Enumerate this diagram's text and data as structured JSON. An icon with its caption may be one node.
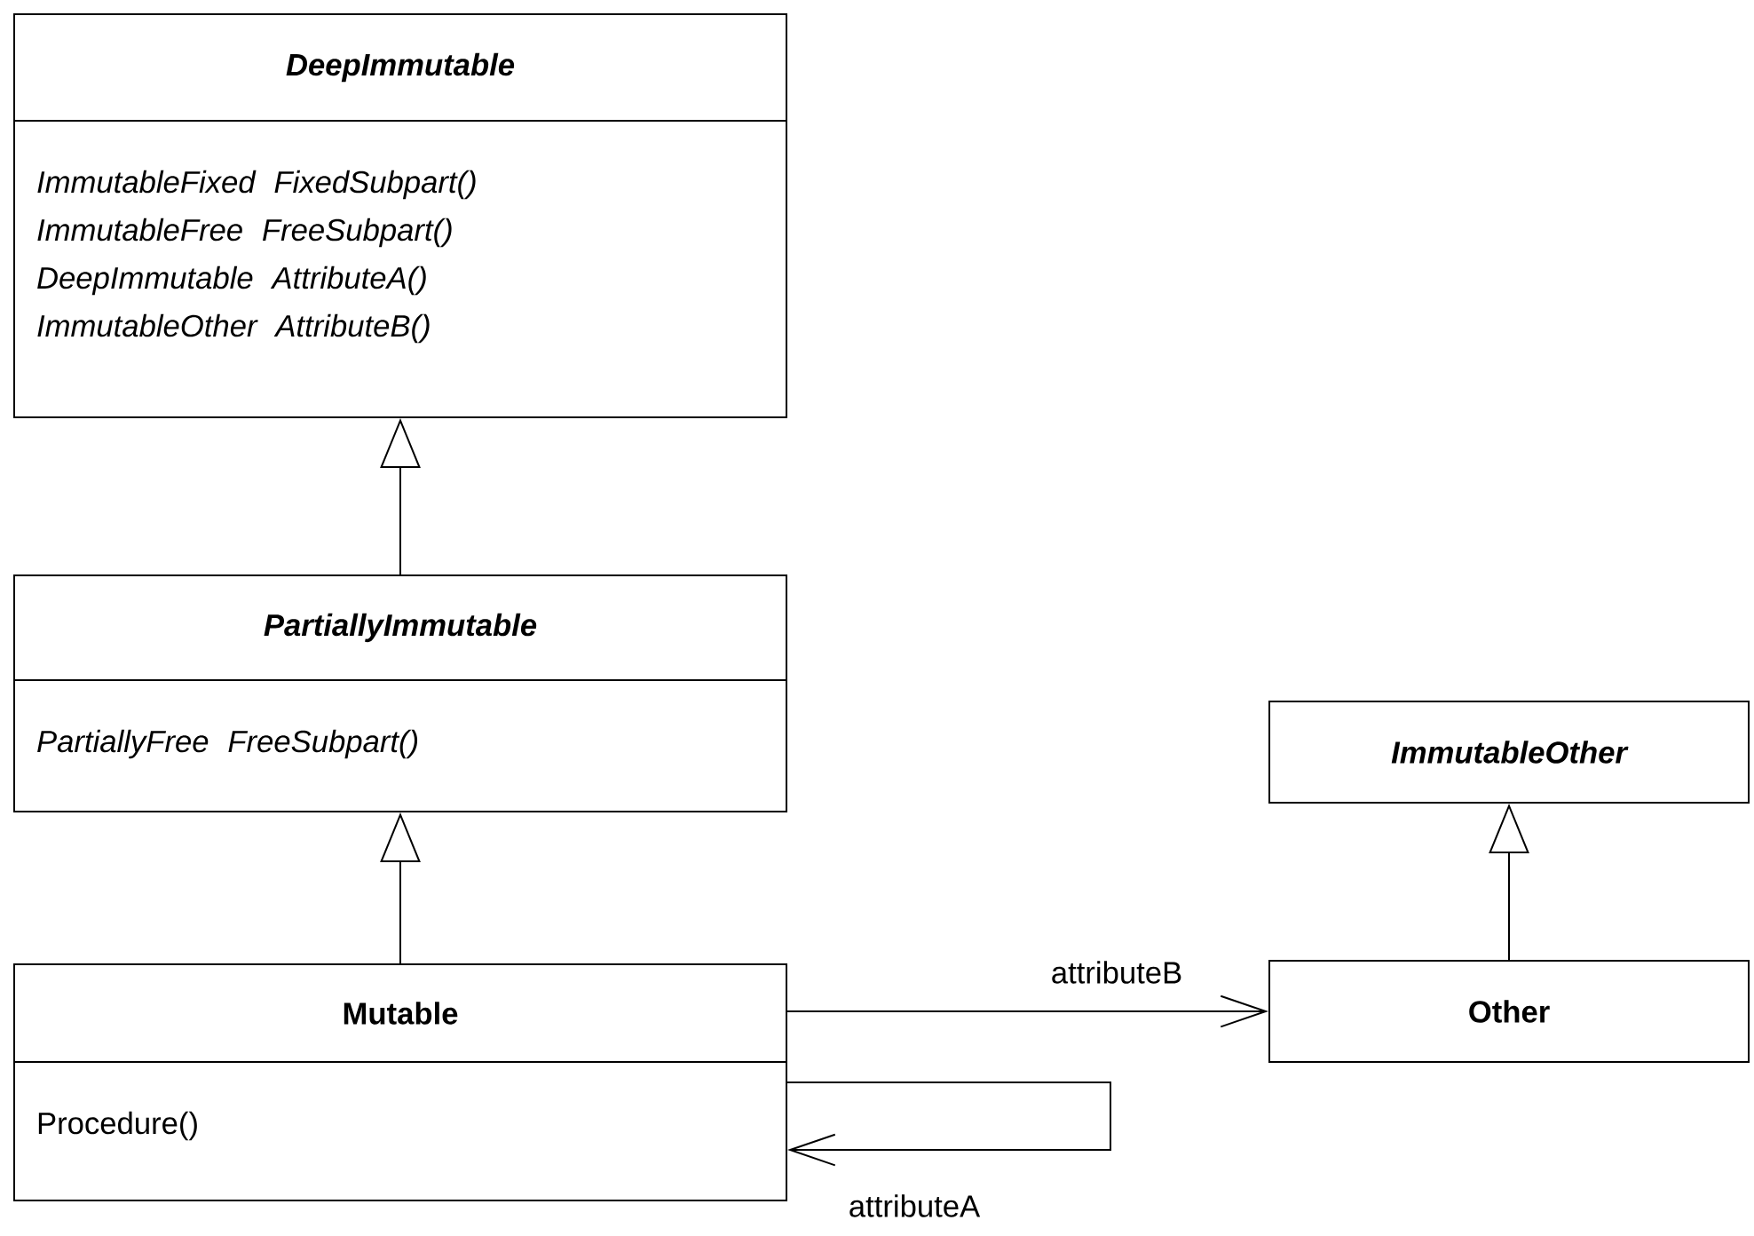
{
  "diagram": {
    "nodes": [
      {
        "text": [
          "DeepImmutable",
          "ImmutableFixed  FixedSubpart()",
          "ImmutableFree  FreeSubpart()",
          "DeepImmutable  AttributeA()",
          "ImmutableOther  AttributeB()"
        ]
      },
      {
        "text": [
          "PartiallyImmutable",
          "PartiallyFree  FreeSubpart()"
        ]
      },
      {
        "text": [
          "ImmutableOther"
        ]
      },
      {
        "text": [
          "Mutable",
          "Procedure()"
        ]
      },
      {
        "text": [
          "Other"
        ]
      }
    ],
    "edges": [
      {
        "from": 1,
        "to": 0,
        "arrow": "to"
      },
      {
        "from": 3,
        "to": 1,
        "arrow": "to"
      },
      {
        "from": 4,
        "to": 2,
        "arrow": "to"
      },
      {
        "from": 3,
        "to": 4,
        "arrow": "to",
        "label": "attributeB"
      },
      {
        "from": 3,
        "to": 3,
        "arrow": "to",
        "label": "attributeA"
      }
    ]
  }
}
